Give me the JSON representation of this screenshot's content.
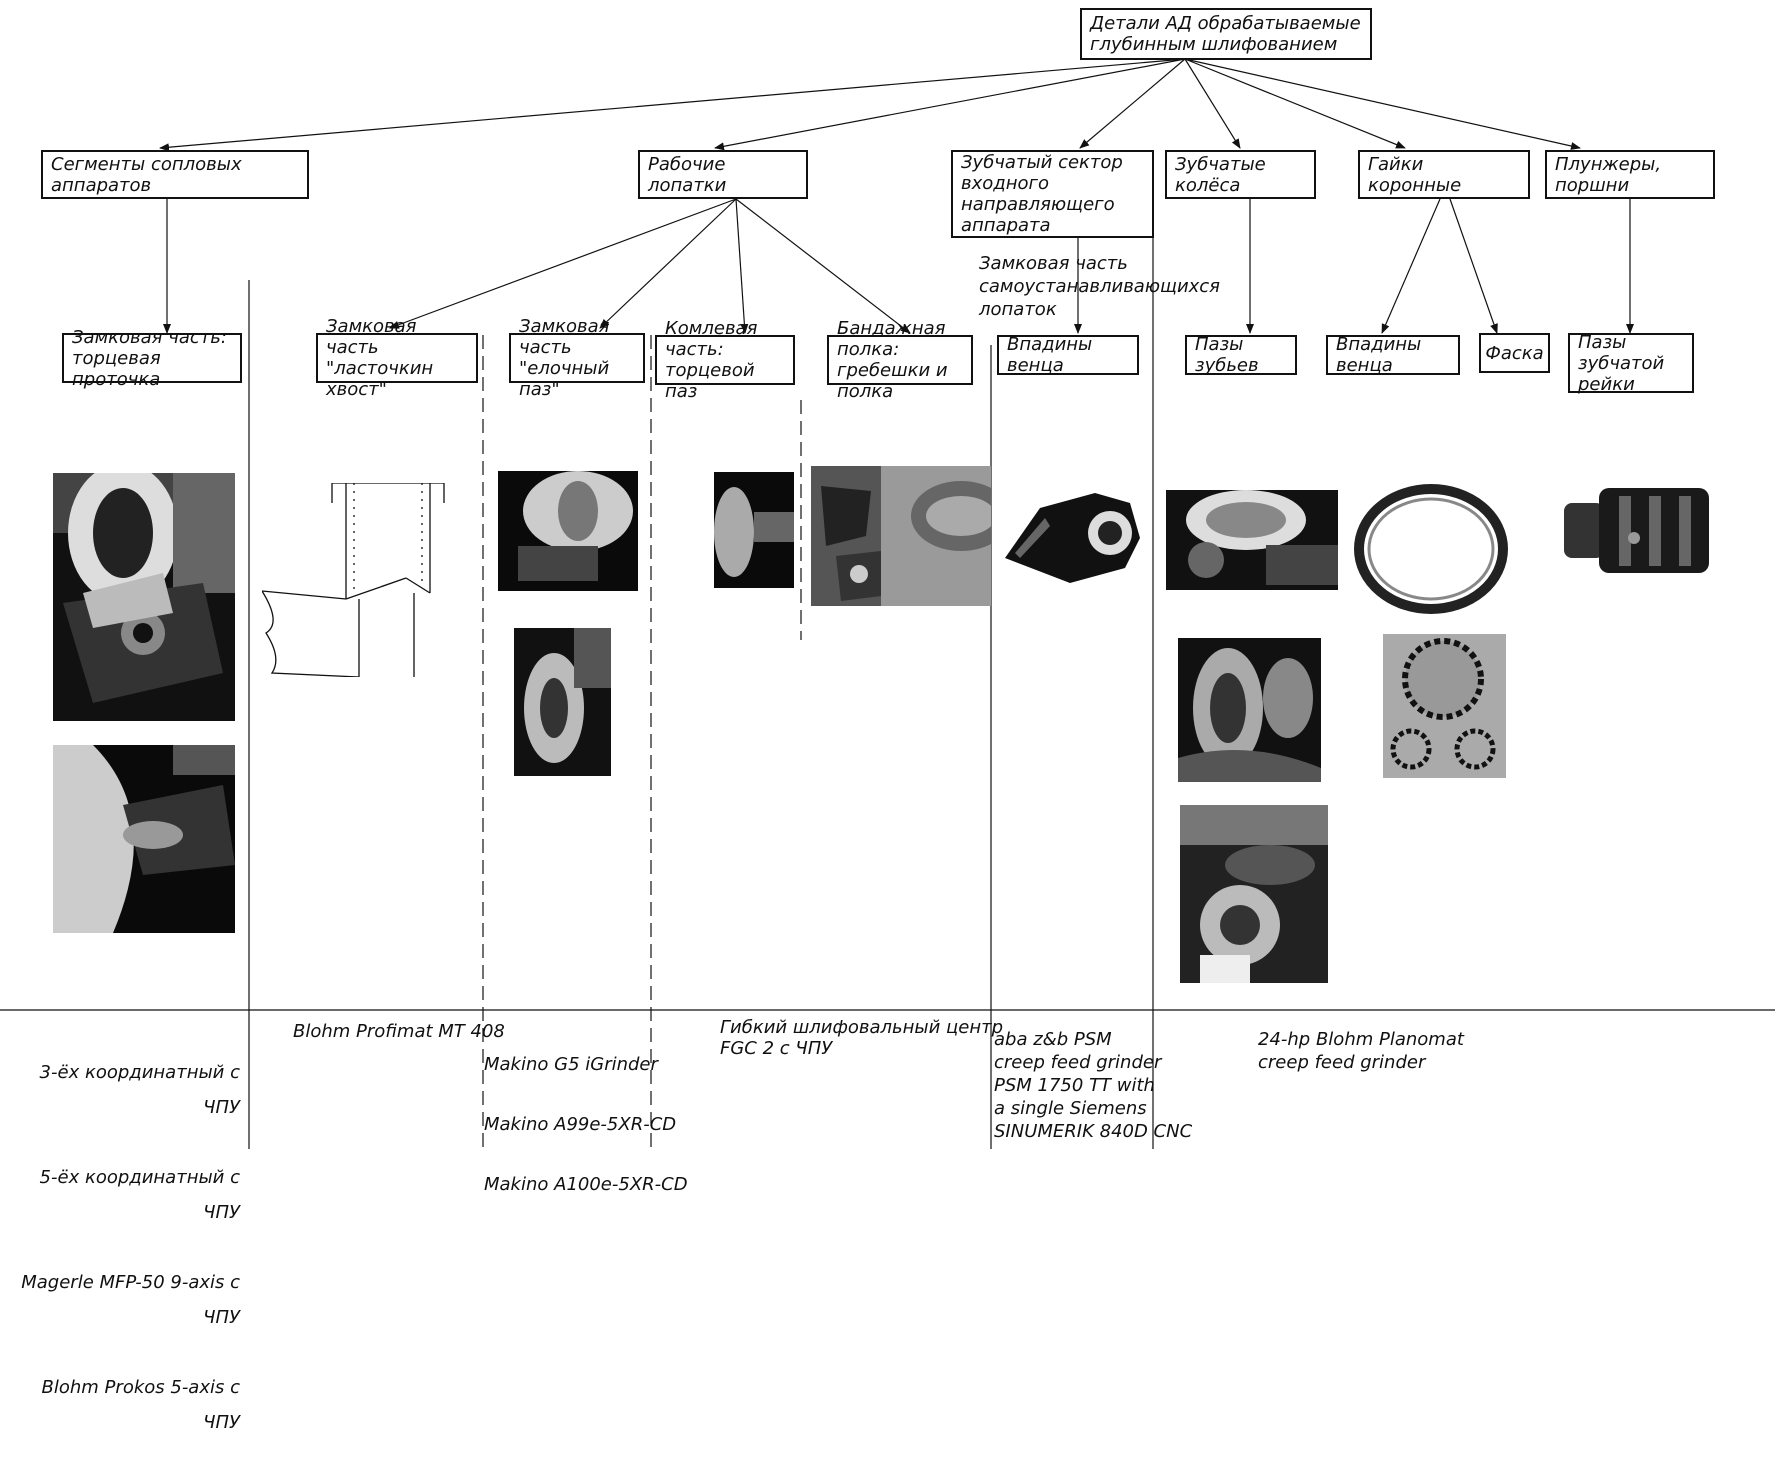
{
  "root": {
    "label": "Детали АД обрабатываемые\nглубинным шлифованием"
  },
  "groups": {
    "g1": "Сегменты сопловых аппаратов",
    "g2": "Рабочие лопатки",
    "g3": "Зубчатый сектор\nвходного направляющего\n аппарата",
    "g4": "Зубчатые колёса",
    "g5": "Гайки коронные",
    "g6": "Плунжеры, поршни"
  },
  "subs": {
    "s1": "Замковая часть:\nторцевая проточка",
    "s2": "Замковая часть\n\"ласточкин хвост\"",
    "s3": "Замковая часть\n\"елочный паз\"",
    "s4": "Комлевая часть:\nторцевой паз",
    "s5": "Бандажная полка:\nгребешки и полка",
    "s6": "Впадины венца",
    "s7": "Пазы зубьев",
    "s8": "Впадины венца",
    "s9": "Фаска",
    "s10": "Пазы зубчатой\n рейки"
  },
  "note_self_aligning": "Замковая часть\nсамоустанавливающихся\nлопаток",
  "machines": {
    "m1": [
      "3-ёх координатный с ЧПУ",
      "5-ёх координатный с ЧПУ",
      "Magerle MFP-50 9-axis с ЧПУ",
      "Blohm Prokos 5-axis с ЧПУ"
    ],
    "m2": "Blohm Profimat MT 408",
    "m3": [
      "Makino G5 iGrinder",
      "Makino A99e-5XR-CD",
      "Makino A100e-5XR-CD"
    ],
    "m4": "Гибкий шлифовальный центр\nFGC 2 с ЧПУ",
    "m5": "aba z&b PSM\ncreep feed grinder\nPSM 1750 TT with\na single Siemens\nSINUMERIK 840D CNC",
    "m6": "24-hp Blohm Planomat\ncreep feed grinder"
  }
}
